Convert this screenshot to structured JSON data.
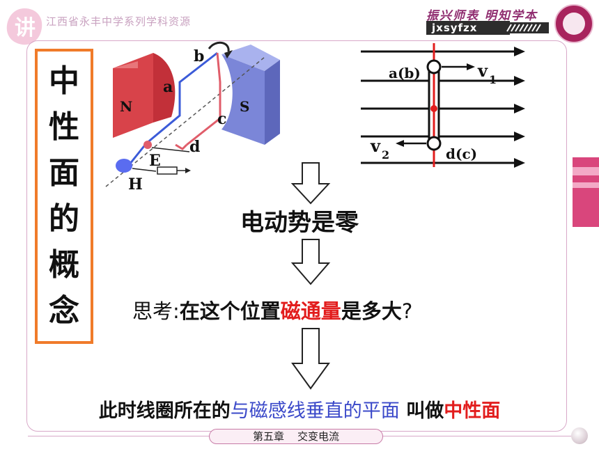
{
  "header": {
    "brand_text": "江西省永丰中学系列学科资源",
    "logo_char": "讲",
    "brand_script": "振兴师表 明知学本",
    "brand_code": "jxsyfzx"
  },
  "title_chars": [
    "中",
    "性",
    "面",
    "的",
    "概",
    "念"
  ],
  "generator_labels": {
    "a": "a",
    "b": "b",
    "c": "c",
    "d": "d",
    "e": "E",
    "h": "H",
    "n": "N",
    "s": "S"
  },
  "field_labels": {
    "top": "a(b)",
    "bottom": "d(c)",
    "v1": "v",
    "v1_sub": "1",
    "v2": "v",
    "v2_sub": "2"
  },
  "emf_text": "电动势是零",
  "question": {
    "prefix": "思考:",
    "part1": "在这个位置",
    "highlight": "磁通量",
    "part2": "是多大",
    "mark": "?"
  },
  "conclusion": {
    "part1": "此时线圈所在的",
    "blue": "与磁感线垂直的平面",
    "part2": " 叫做",
    "red": "中性面"
  },
  "footer": {
    "chapter": "第五章",
    "topic": "交变电流"
  },
  "colors": {
    "accent_orange": "#f07b2a",
    "red": "#e21d1d",
    "blue": "#3a48c9",
    "magenta": "#a8245d"
  }
}
